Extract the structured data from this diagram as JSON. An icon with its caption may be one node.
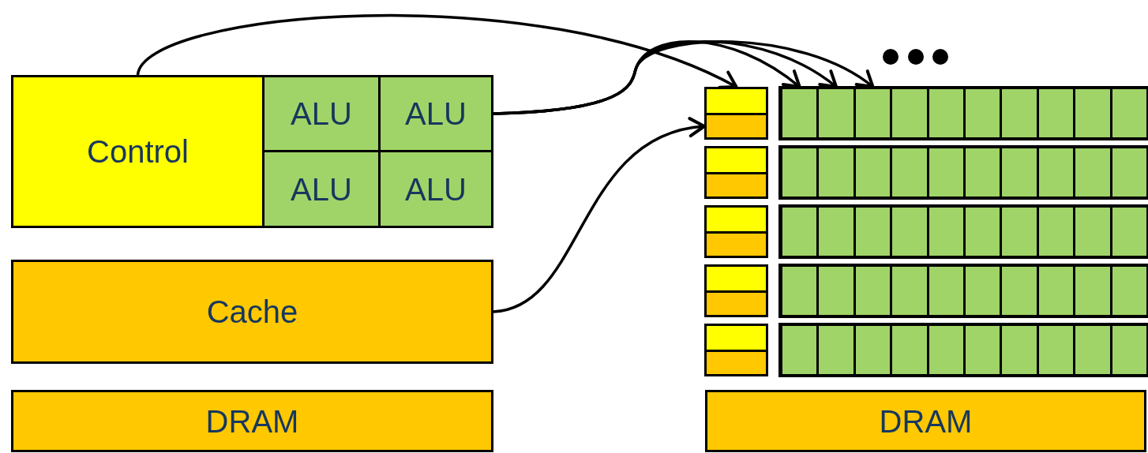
{
  "diagram": {
    "nodes": [
      {
        "text": [
          "Control"
        ]
      },
      {
        "text": [
          "ALU"
        ]
      },
      {
        "text": [
          "ALU"
        ]
      },
      {
        "text": [
          "ALU"
        ]
      },
      {
        "text": [
          "ALU"
        ]
      },
      {
        "text": [
          "Cache"
        ]
      },
      {
        "text": [
          "DRAM"
        ]
      },
      {
        "text": [],
        "shape": "box"
      },
      {
        "text": [],
        "shape": "box"
      },
      {
        "text": [],
        "shape": "box"
      },
      {
        "text": [],
        "shape": "box"
      },
      {
        "text": [],
        "shape": "box"
      },
      {
        "text": [],
        "shape": "box"
      },
      {
        "text": [],
        "shape": "box"
      },
      {
        "text": [],
        "shape": "box"
      },
      {
        "text": [],
        "shape": "box"
      },
      {
        "text": [],
        "shape": "box"
      },
      {
        "text": [],
        "shape": "box"
      },
      {
        "text": [],
        "shape": "box"
      },
      {
        "text": [],
        "shape": "box"
      },
      {
        "text": [],
        "shape": "box"
      },
      {
        "text": [],
        "shape": "box"
      },
      {
        "text": [],
        "shape": "box"
      },
      {
        "text": [],
        "shape": "box"
      },
      {
        "text": [],
        "shape": "box"
      },
      {
        "text": [],
        "shape": "box"
      },
      {
        "text": [],
        "shape": "box"
      },
      {
        "text": [],
        "shape": "box"
      },
      {
        "text": [],
        "shape": "box"
      },
      {
        "text": [],
        "shape": "box"
      },
      {
        "text": [],
        "shape": "box"
      },
      {
        "text": [],
        "shape": "box"
      },
      {
        "text": [],
        "shape": "box"
      },
      {
        "text": [],
        "shape": "box"
      },
      {
        "text": [],
        "shape": "box"
      },
      {
        "text": [],
        "shape": "box"
      },
      {
        "text": [],
        "shape": "box"
      },
      {
        "text": [],
        "shape": "box"
      },
      {
        "text": [],
        "shape": "box"
      },
      {
        "text": [],
        "shape": "box"
      },
      {
        "text": [],
        "shape": "box"
      },
      {
        "text": [],
        "shape": "box"
      },
      {
        "text": [],
        "shape": "box"
      },
      {
        "text": [],
        "shape": "box"
      },
      {
        "text": [],
        "shape": "box"
      },
      {
        "text": [],
        "shape": "box"
      },
      {
        "text": [],
        "shape": "box"
      },
      {
        "text": [],
        "shape": "box"
      },
      {
        "text": [],
        "shape": "box"
      },
      {
        "text": [],
        "shape": "box"
      },
      {
        "text": [],
        "shape": "box"
      },
      {
        "text": [],
        "shape": "box"
      },
      {
        "text": [],
        "shape": "box"
      },
      {
        "text": [],
        "shape": "box"
      },
      {
        "text": [],
        "shape": "box"
      },
      {
        "text": [],
        "shape": "box"
      },
      {
        "text": [],
        "shape": "box"
      },
      {
        "text": [],
        "shape": "box"
      },
      {
        "text": [],
        "shape": "box"
      },
      {
        "text": [],
        "shape": "box"
      },
      {
        "text": [],
        "shape": "box"
      },
      {
        "text": [],
        "shape": "box"
      },
      {
        "text": [],
        "shape": "box"
      },
      {
        "text": [],
        "shape": "box"
      },
      {
        "text": [],
        "shape": "box"
      },
      {
        "text": [],
        "shape": "box"
      },
      {
        "text": [],
        "shape": "box"
      },
      {
        "text": [
          "DRAM"
        ]
      }
    ],
    "edges": [
      {
        "from": 0,
        "to": 7,
        "arrow": "to"
      },
      {
        "from": 2,
        "to": 9,
        "arrow": "to"
      },
      {
        "from": 2,
        "to": 10,
        "arrow": "to"
      },
      {
        "from": 2,
        "to": 11,
        "arrow": "to"
      },
      {
        "from": 5,
        "to": 8,
        "arrow": "to"
      }
    ]
  }
}
